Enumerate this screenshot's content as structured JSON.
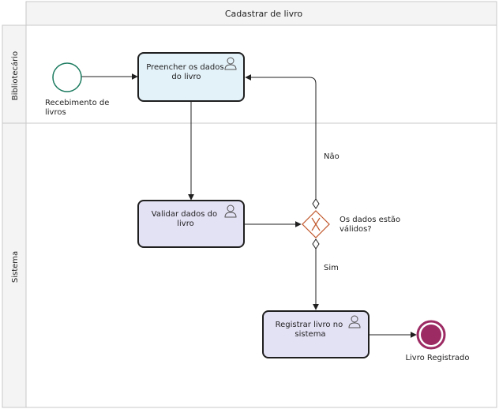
{
  "pool": {
    "title": "Cadastrar de livro"
  },
  "lanes": [
    {
      "label": "Bibliotecário"
    },
    {
      "label": "Sistema"
    }
  ],
  "events": {
    "start": {
      "label_lines": [
        "Recebimento de",
        "livros"
      ]
    },
    "end": {
      "label": "Livro Registrado"
    }
  },
  "tasks": [
    {
      "label_lines": [
        "Preencher os dados",
        "do livro"
      ],
      "type": "user"
    },
    {
      "label_lines": [
        "Validar dados do",
        "livro"
      ],
      "type": "user"
    },
    {
      "label_lines": [
        "Registrar livro no",
        "sistema"
      ],
      "type": "user"
    }
  ],
  "gateway": {
    "label_lines": [
      "Os dados estão",
      "válidos?"
    ]
  },
  "flows": {
    "no_label": "Não",
    "yes_label": "Sim"
  },
  "colors": {
    "task1_fill": "#e3f1f8",
    "task_fill": "#e3e1f4",
    "start_stroke": "#1a7a5e",
    "end_fill": "#9c2a63",
    "gateway_stroke": "#c0562a",
    "lane_header_fill": "#f4f4f4",
    "border": "#c8c8c8"
  }
}
